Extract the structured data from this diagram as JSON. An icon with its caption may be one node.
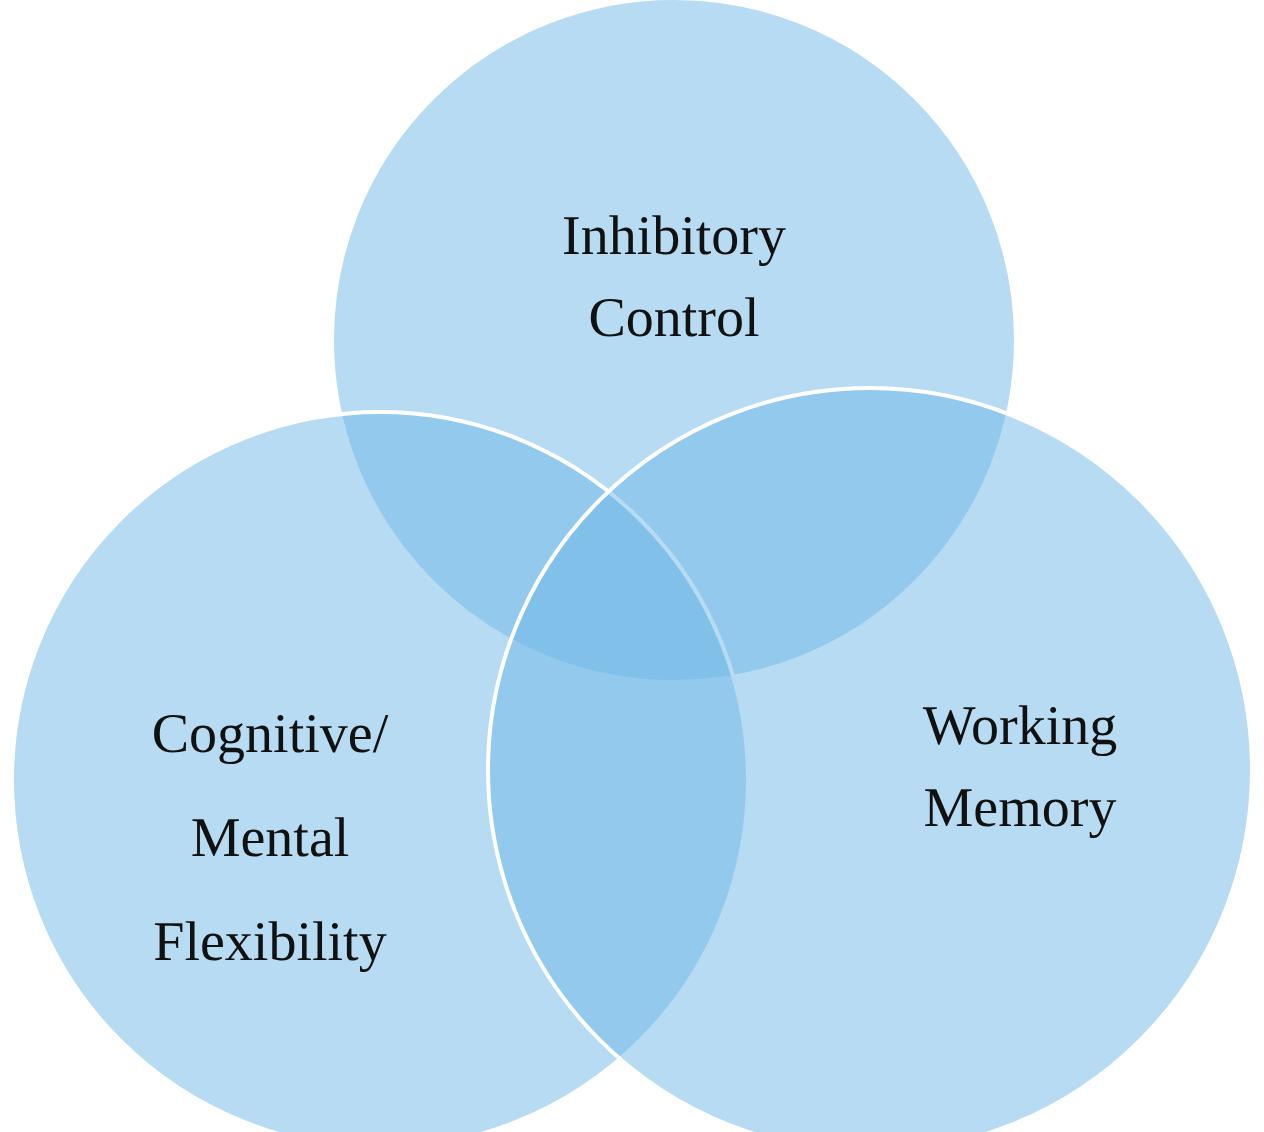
{
  "diagram": {
    "nodes": [
      {
        "text": [
          "Inhibitory Control"
        ]
      },
      {
        "text": [
          "Cognitive/ Mental Flexibility"
        ]
      },
      {
        "text": [
          "Working Memory"
        ]
      }
    ]
  }
}
